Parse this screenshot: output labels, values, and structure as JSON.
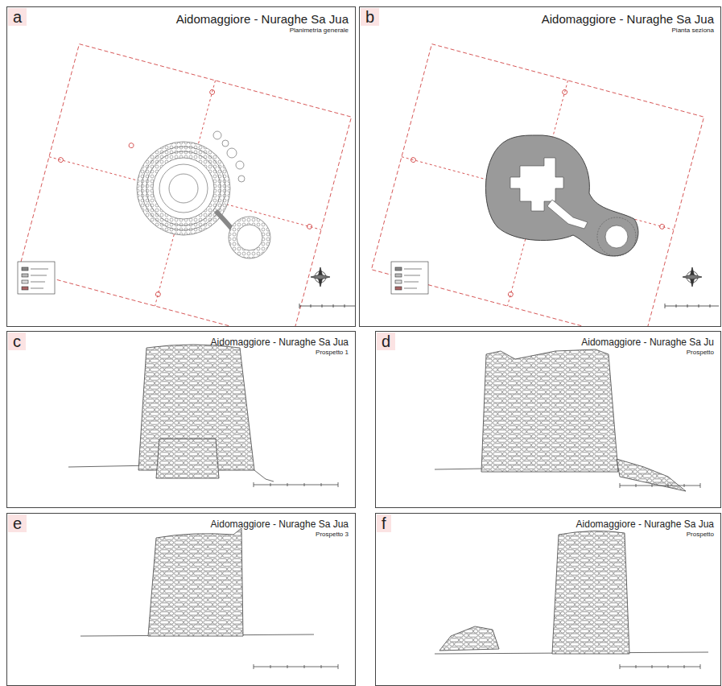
{
  "diagram": {
    "nodes": [
      {
        "text": [
          "a",
          "Aidomaggiore - Nuraghe Sa Jua",
          "Planimetria generale"
        ]
      },
      {
        "text": [
          "b",
          "Aidomaggiore - Nuraghe Sa Jua",
          "Pianta seziona"
        ]
      },
      {
        "text": [
          "c",
          "Aidomaggiore - Nuraghe Sa Jua",
          "Prospetto 1"
        ]
      },
      {
        "text": [
          "d",
          "Aidomaggiore - Nuraghe Sa Ju",
          "Prospetto"
        ]
      },
      {
        "text": [
          "e",
          "Aidomaggiore - Nuraghe Sa Jua",
          "Prospetto 3"
        ]
      },
      {
        "text": [
          "f",
          "Aidomaggiore - Nuraghe Sa Jua",
          "Prospetto"
        ]
      }
    ]
  }
}
